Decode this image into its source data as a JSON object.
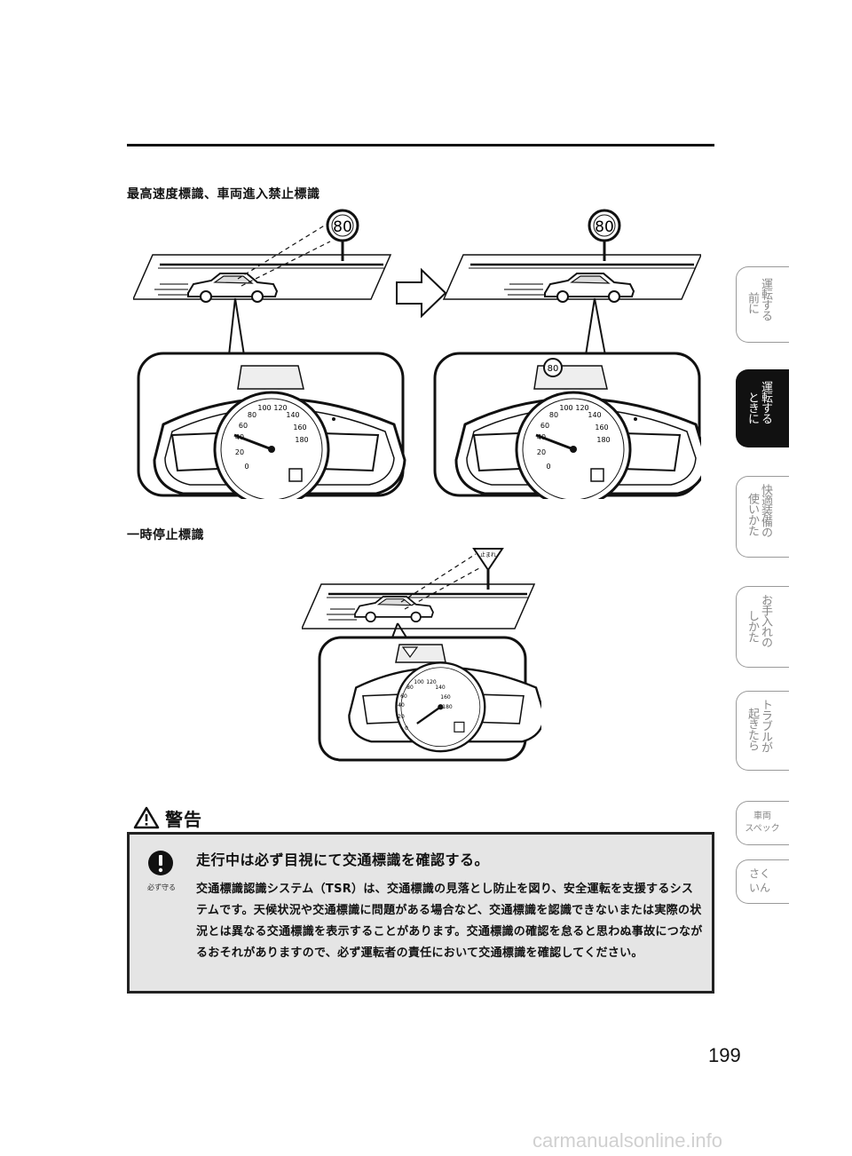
{
  "sections": {
    "speed_title": "最高速度標識、車両進入禁止標識",
    "stop_title": "一時停止標識"
  },
  "figures": {
    "speed_sign_value": "80",
    "stop_sign_text": "止まれ",
    "speedometer_ticks": [
      "0",
      "20",
      "40",
      "60",
      "80",
      "100",
      "120",
      "140",
      "160",
      "180"
    ]
  },
  "warning": {
    "title": "警告",
    "icon_label": "必ず守る",
    "lead": "走行中は必ず目視にて交通標識を確認する。",
    "body": "交通標識認識システム（TSR）は、交通標識の見落とし防止を図り、安全運転を支援するシステムです。天候状況や交通標識に問題がある場合など、交通標識を認識できないまたは実際の状況とは異なる交通標識を表示することがあります。交通標識の確認を怠ると思わぬ事故につながるおそれがありますので、必ず運転者の責任において交通標識を確認してください。"
  },
  "side_tabs": {
    "t1": {
      "c1": "前に",
      "c2": "運転する"
    },
    "t2": {
      "c1": "ときに",
      "c2": "運転する"
    },
    "t3": {
      "c1": "使いかた",
      "c2": "快適装備の"
    },
    "t4": {
      "c1": "しかた",
      "c2": "お手入れの"
    },
    "t5": {
      "c1": "起きたら",
      "c2": "トラブルが"
    },
    "t6": {
      "l1": "車両",
      "l2": "スペック"
    },
    "t7": {
      "l1": "さく",
      "l2": "いん"
    }
  },
  "page_number": "199",
  "watermark": "carmanualsonline.info"
}
